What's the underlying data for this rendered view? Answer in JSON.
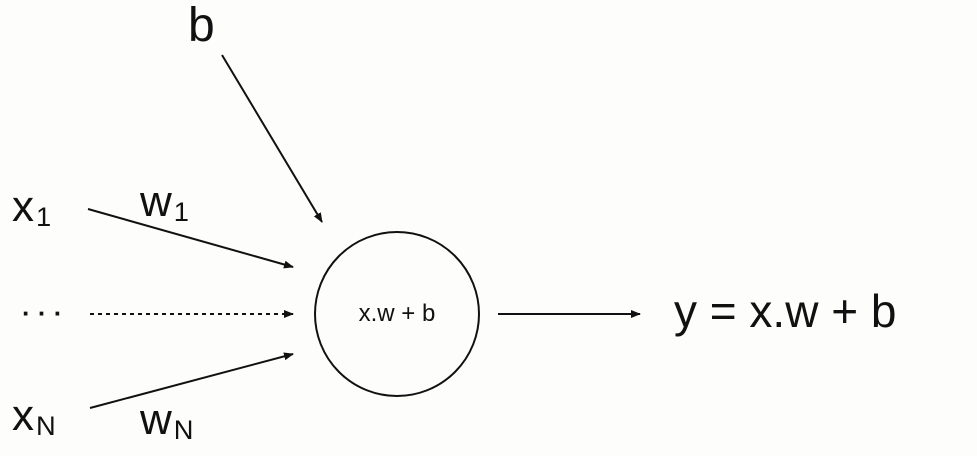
{
  "labels": {
    "bias": "b",
    "x1_base": "x",
    "x1_sub": "1",
    "w1_base": "w",
    "w1_sub": "1",
    "ellipsis": "· · ·",
    "xN_base": "x",
    "xN_sub": "N",
    "wN_base": "w",
    "wN_sub": "N",
    "node_text": "x.w + b",
    "output": "y = x.w + b"
  },
  "colors": {
    "background": "#fdfdfb",
    "ink": "#111111"
  }
}
